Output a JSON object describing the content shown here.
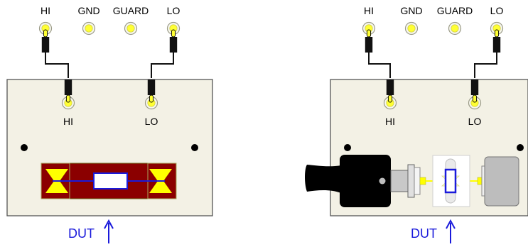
{
  "terminals": [
    "HI",
    "GND",
    "GUARD",
    "LO"
  ],
  "fixture_jacks": [
    "HI",
    "LO"
  ],
  "dut_label": "DUT",
  "colors": {
    "background": "#ffffff",
    "fixture_plate": "#f3f1e5",
    "plate_border": "#555555",
    "terminal_yellow": "#ffff33",
    "plug_black": "#111111",
    "dut_blue": "#1a1adb",
    "carrier_red": "#8b0000",
    "clamp_gray": "#bdbdbd"
  },
  "icons": [
    "banana-jack-icon",
    "patch-cable-icon",
    "resistor-icon",
    "arrow-up-icon",
    "clamp-knob-icon"
  ]
}
